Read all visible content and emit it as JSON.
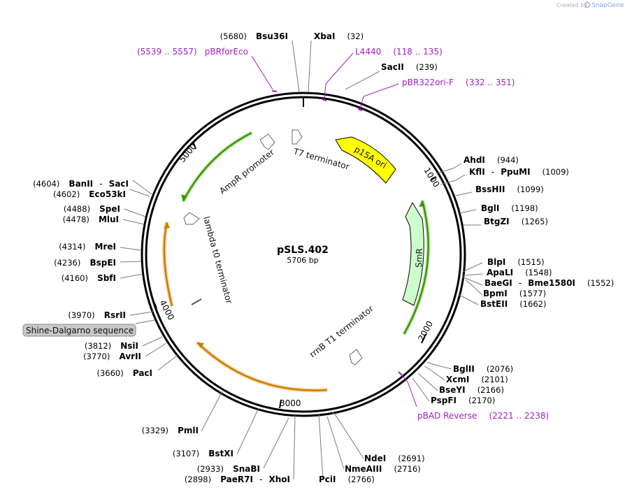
{
  "credit": {
    "created_by": "Created by",
    "brand": "SnapGene"
  },
  "plasmid": {
    "name": "pSLS.402",
    "size_label": "5706 bp"
  },
  "ticks": [
    "1000",
    "2000",
    "3000",
    "4000",
    "5000"
  ],
  "features": {
    "p15a": "p15A ori",
    "smr": "SmR",
    "t7": "T7 terminator",
    "ampr_promoter": "AmpR promoter",
    "lambda": "lambda t0 terminator",
    "rrnb": "rrnB T1 terminator",
    "shine": "Shine-Dalgarno sequence"
  },
  "colors": {
    "p15a": "#ffff00",
    "smr": "#ccffcc",
    "orf_green": "#339900",
    "orf_orange": "#cc7a00",
    "primer": "#a21cc9",
    "backbone": "#000000"
  },
  "sites": {
    "bsu36i": {
      "name": "Bsu36I",
      "pos": "(5680)"
    },
    "xbai": {
      "name": "XbaI",
      "pos": "(32)"
    },
    "sacii": {
      "name": "SacII",
      "pos": "(239)"
    },
    "ahdi": {
      "name": "AhdI",
      "pos": "(944)"
    },
    "kfli": {
      "name": "KflI",
      "sep": "-",
      "name2": "PpuMI",
      "pos": "(1009)"
    },
    "bsshii": {
      "name": "BssHII",
      "pos": "(1099)"
    },
    "bgli": {
      "name": "BglI",
      "pos": "(1198)"
    },
    "btgzi": {
      "name": "BtgZI",
      "pos": "(1265)"
    },
    "blpi": {
      "name": "BlpI",
      "pos": "(1515)"
    },
    "apali": {
      "name": "ApaLI",
      "pos": "(1548)"
    },
    "baegi": {
      "name": "BaeGI",
      "sep": "-",
      "name2": "Bme1580I",
      "pos": "(1552)"
    },
    "bpmi": {
      "name": "BpmI",
      "pos": "(1577)"
    },
    "bsteii": {
      "name": "BstEII",
      "pos": "(1662)"
    },
    "bglii": {
      "name": "BglII",
      "pos": "(2076)"
    },
    "xcmi": {
      "name": "XcmI",
      "pos": "(2101)"
    },
    "bseyi": {
      "name": "BseYI",
      "pos": "(2166)"
    },
    "pspfi": {
      "name": "PspFI",
      "pos": "(2170)"
    },
    "ndei": {
      "name": "NdeI",
      "pos": "(2691)"
    },
    "nmeaiii": {
      "name": "NmeAIII",
      "pos": "(2716)"
    },
    "pcii": {
      "name": "PciI",
      "pos": "(2766)"
    },
    "paer7i": {
      "name": "PaeR7I",
      "sep": "-",
      "name2": "XhoI",
      "pos": "(2898)"
    },
    "snabi": {
      "name": "SnaBI",
      "pos": "(2933)"
    },
    "bstxi": {
      "name": "BstXI",
      "pos": "(3107)"
    },
    "pmli": {
      "name": "PmlI",
      "pos": "(3329)"
    },
    "paci": {
      "name": "PacI",
      "pos": "(3660)"
    },
    "avrii": {
      "name": "AvrII",
      "pos": "(3770)"
    },
    "nsii": {
      "name": "NsiI",
      "pos": "(3812)"
    },
    "rsrii": {
      "name": "RsrII",
      "pos": "(3970)"
    },
    "sbfi": {
      "name": "SbfI",
      "pos": "(4160)"
    },
    "bspei": {
      "name": "BspEI",
      "pos": "(4236)"
    },
    "mrei": {
      "name": "MreI",
      "pos": "(4314)"
    },
    "mlui": {
      "name": "MluI",
      "pos": "(4478)"
    },
    "spei": {
      "name": "SpeI",
      "pos": "(4488)"
    },
    "eco53ki": {
      "name": "Eco53kI",
      "pos": "(4602)"
    },
    "banii": {
      "name": "BanII",
      "sep": "-",
      "name2": "SacI",
      "pos": "(4604)"
    }
  },
  "primers": {
    "pbrforeco": {
      "name": "pBRforEco",
      "range": "(5539 .. 5557)"
    },
    "l4440": {
      "name": "L4440",
      "range": "(118 .. 135)"
    },
    "pbr322ori": {
      "name": "pBR322ori-F",
      "range": "(332 .. 351)"
    },
    "pbad": {
      "name": "pBAD Reverse",
      "range": "(2221 .. 2238)"
    }
  }
}
